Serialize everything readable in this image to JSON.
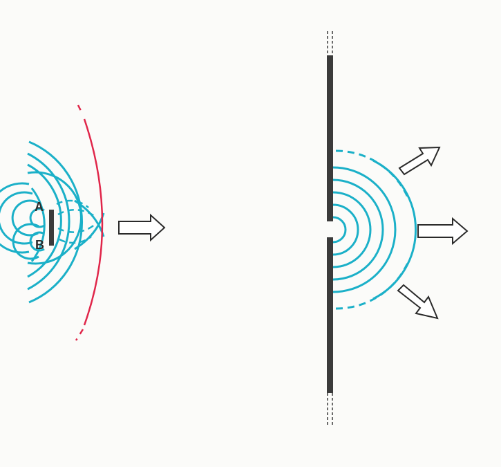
{
  "diagram": {
    "labels": {
      "source_top": "A",
      "source_bottom": "B"
    },
    "colors": {
      "wave": "#1bb0c8",
      "envelope": "#e0264a",
      "barrier": "#3b3b3b",
      "arrow_outline": "#2a2a2a",
      "arrow_fill": "#ffffff",
      "background": "#fbfbf9"
    },
    "icons": {
      "propagation_arrow": "right-arrow-outline",
      "diffracted_arrow": "outline-arrow"
    }
  }
}
